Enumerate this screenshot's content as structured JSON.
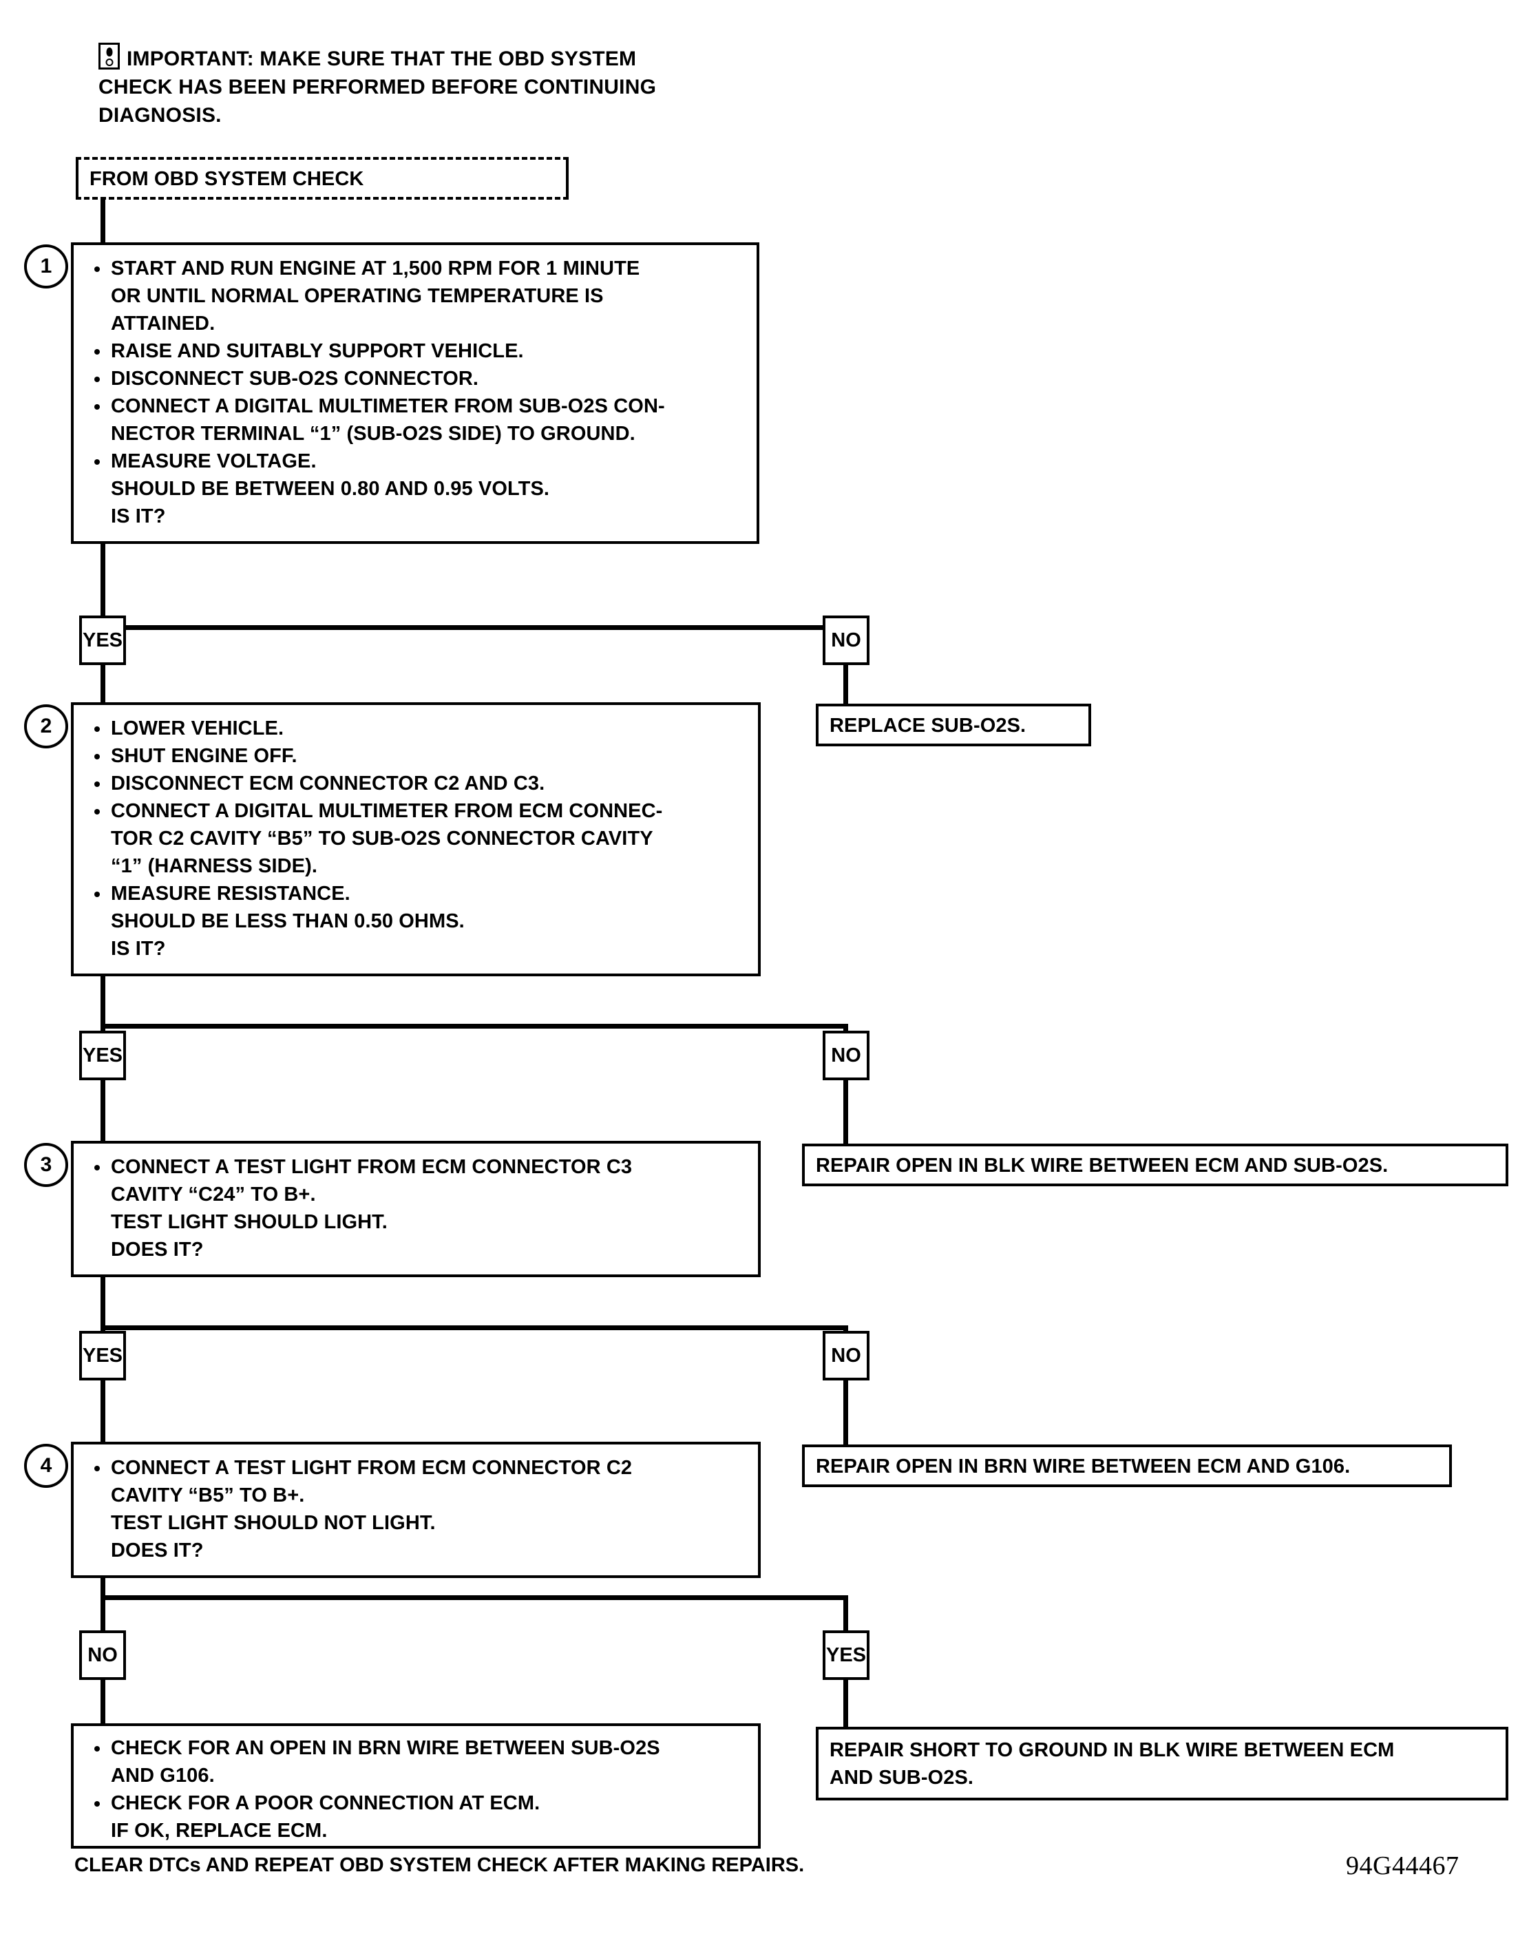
{
  "important_note": {
    "icon": "important-icon",
    "lines": [
      "IMPORTANT:  MAKE SURE THAT THE OBD SYSTEM",
      "CHECK HAS BEEN PERFORMED BEFORE CONTINUING",
      "DIAGNOSIS."
    ]
  },
  "entry": {
    "label": "FROM OBD SYSTEM CHECK"
  },
  "steps": [
    {
      "number": "1",
      "items": [
        [
          "START AND RUN ENGINE AT 1,500 RPM FOR 1 MINUTE",
          "OR UNTIL NORMAL OPERATING TEMPERATURE IS",
          "ATTAINED."
        ],
        [
          "RAISE AND SUITABLY SUPPORT VEHICLE."
        ],
        [
          "DISCONNECT SUB-O2S CONNECTOR."
        ],
        [
          "CONNECT A DIGITAL MULTIMETER FROM SUB-O2S CON-",
          "NECTOR TERMINAL “1” (SUB-O2S SIDE) TO GROUND."
        ],
        [
          "MEASURE VOLTAGE.",
          "SHOULD BE BETWEEN 0.80 AND 0.95 VOLTS.",
          "IS IT?"
        ]
      ]
    },
    {
      "number": "2",
      "items": [
        [
          "LOWER VEHICLE."
        ],
        [
          "SHUT ENGINE OFF."
        ],
        [
          "DISCONNECT ECM CONNECTOR C2 AND C3."
        ],
        [
          "CONNECT A DIGITAL MULTIMETER FROM ECM CONNEC-",
          "TOR C2 CAVITY “B5” TO SUB-O2S CONNECTOR CAVITY",
          "“1” (HARNESS SIDE)."
        ],
        [
          "MEASURE RESISTANCE.",
          "SHOULD BE LESS THAN 0.50 OHMS.",
          "IS IT?"
        ]
      ]
    },
    {
      "number": "3",
      "items": [
        [
          "CONNECT A TEST LIGHT FROM ECM CONNECTOR C3",
          "CAVITY “C24” TO B+.",
          "TEST LIGHT SHOULD LIGHT.",
          "DOES IT?"
        ]
      ]
    },
    {
      "number": "4",
      "items": [
        [
          "CONNECT A TEST LIGHT FROM ECM CONNECTOR C2",
          "CAVITY “B5” TO B+.",
          "TEST LIGHT SHOULD NOT LIGHT.",
          "DOES IT?"
        ]
      ]
    }
  ],
  "branches": [
    {
      "left": "YES",
      "right": "NO"
    },
    {
      "left": "YES",
      "right": "NO"
    },
    {
      "left": "YES",
      "right": "NO"
    },
    {
      "left": "NO",
      "right": "YES"
    }
  ],
  "outcomes": {
    "replace_sub_o2s": "REPLACE SUB-O2S.",
    "repair_open_blk": "REPAIR OPEN IN BLK WIRE BETWEEN ECM AND SUB-O2S.",
    "repair_open_brn": "REPAIR OPEN IN BRN WIRE BETWEEN ECM AND G106.",
    "repair_short_blk": [
      "REPAIR SHORT TO GROUND IN BLK WIRE BETWEEN ECM",
      "AND SUB-O2S."
    ],
    "final_checks": [
      [
        "CHECK FOR AN OPEN IN BRN WIRE BETWEEN SUB-O2S",
        "AND G106."
      ],
      [
        "CHECK FOR A POOR CONNECTION AT ECM.",
        "IF OK, REPLACE ECM."
      ]
    ]
  },
  "footer": {
    "note": "CLEAR DTCs AND REPEAT OBD SYSTEM CHECK AFTER MAKING REPAIRS.",
    "reference": "94G44467"
  }
}
